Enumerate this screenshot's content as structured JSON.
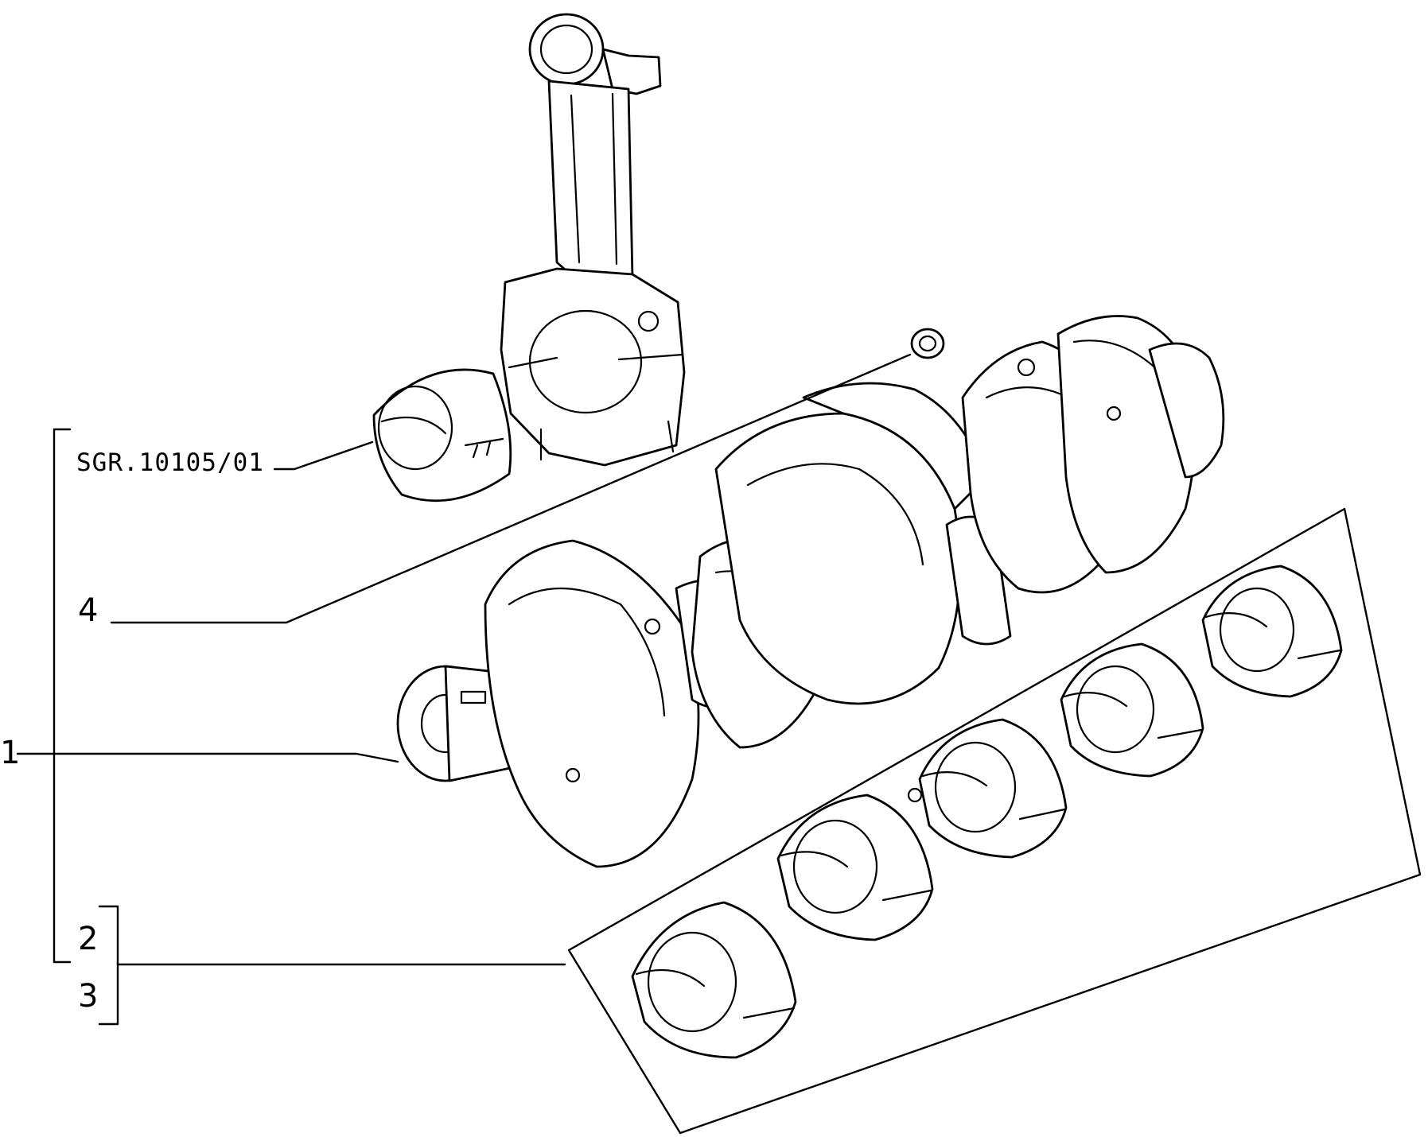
{
  "diagram": {
    "reference_code": "SGR.10105/01",
    "callouts": [
      {
        "id": "callout-1",
        "number": "1"
      },
      {
        "id": "callout-2",
        "number": "2"
      },
      {
        "id": "callout-3",
        "number": "3"
      },
      {
        "id": "callout-4",
        "number": "4"
      }
    ]
  }
}
